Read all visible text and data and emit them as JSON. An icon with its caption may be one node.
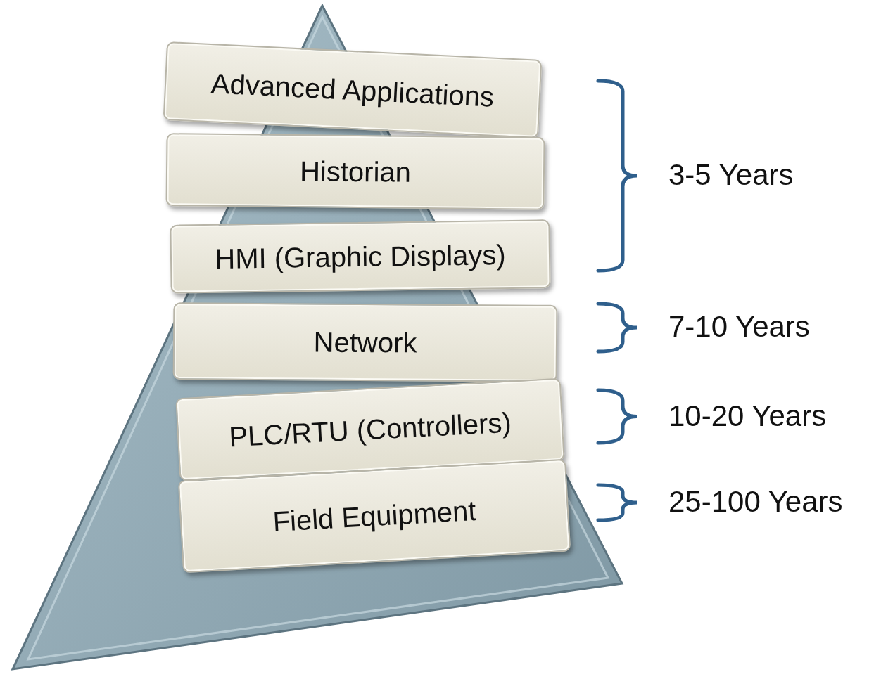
{
  "diagram": {
    "nodes": [
      {
        "text": [
          "Advanced Applications"
        ]
      },
      {
        "text": [
          "Historian"
        ]
      },
      {
        "text": [
          "HMI (Graphic Displays)"
        ]
      },
      {
        "text": [
          "Network"
        ]
      },
      {
        "text": [
          "PLC/RTU (Controllers)"
        ]
      },
      {
        "text": [
          "Field Equipment"
        ]
      }
    ],
    "labels": [
      "3-5 Years",
      "7-10 Years",
      "10-20 Years",
      "25-100 Years"
    ]
  }
}
